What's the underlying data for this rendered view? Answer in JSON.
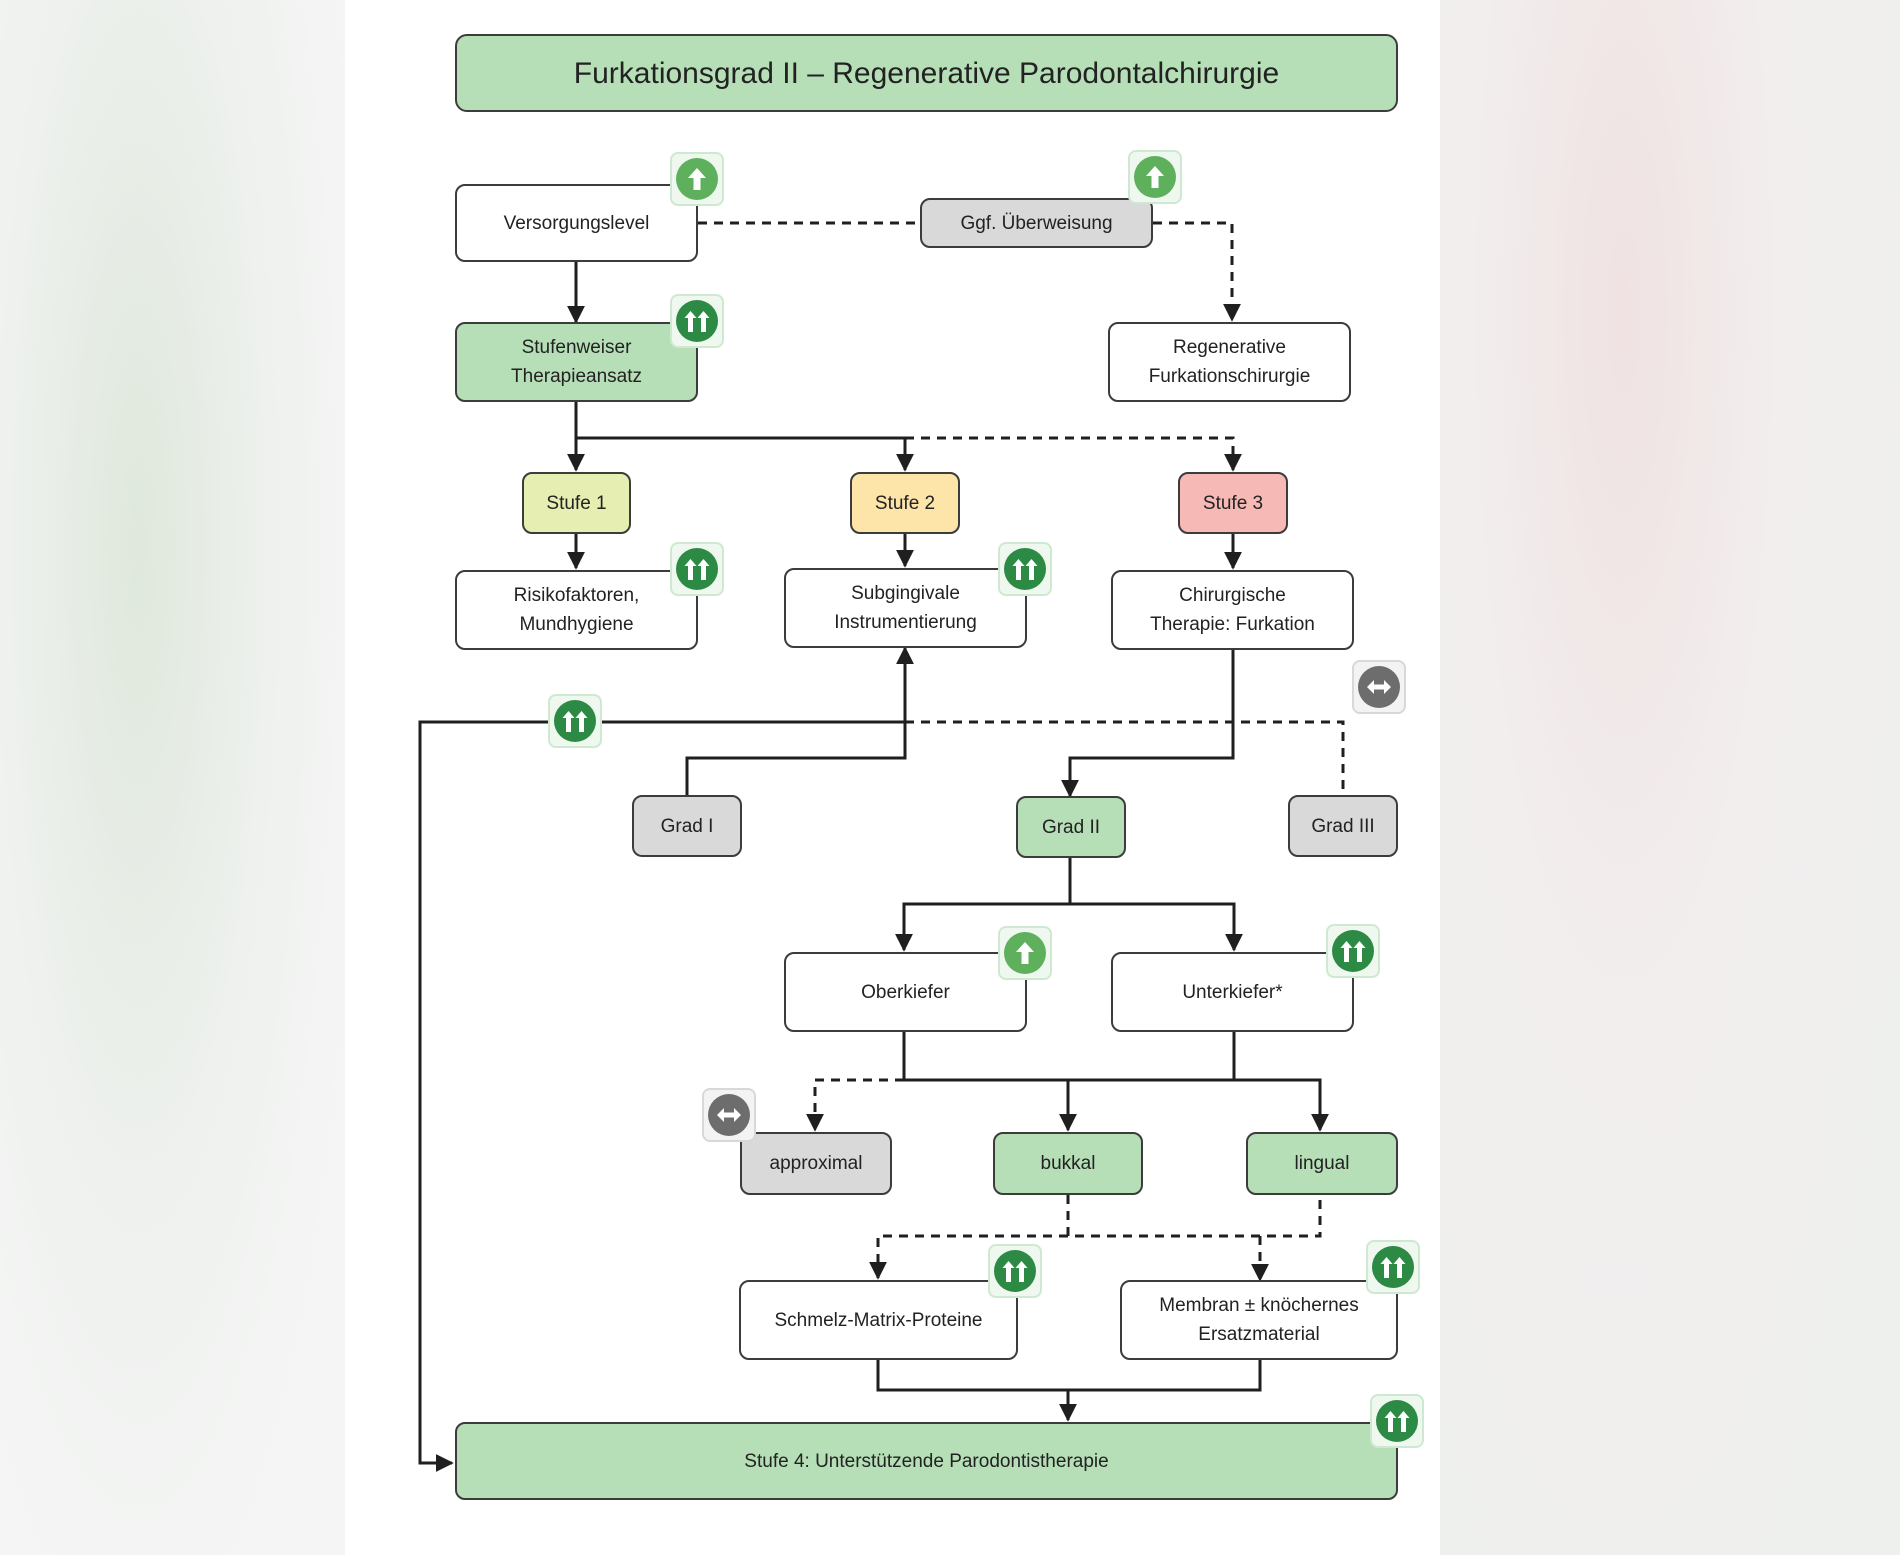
{
  "title": "Furkationsgrad II – Regenerative Parodontalchirurgie",
  "nodes": {
    "versorgungslevel": "Versorgungslevel",
    "ueberweisung": "Ggf. Überweisung",
    "regenerative": "Regenerative\nFurkationschirurgie",
    "stufenweiser": "Stufenweiser\nTherapieansatz",
    "stufe1": "Stufe 1",
    "stufe2": "Stufe 2",
    "stufe3": "Stufe 3",
    "risikofaktoren": "Risikofaktoren,\nMundhygiene",
    "subgingivale": "Subgingivale\nInstrumentierung",
    "chirurgische": "Chirurgische\nTherapie: Furkation",
    "grad1": "Grad I",
    "grad2": "Grad II",
    "grad3": "Grad III",
    "oberkiefer": "Oberkiefer",
    "unterkiefer": "Unterkiefer*",
    "approximal": "approximal",
    "bukkal": "bukkal",
    "lingual": "lingual",
    "schmelz": "Schmelz-Matrix-Proteine",
    "membran": "Membran ± knöchernes\nErsatzmaterial",
    "stufe4": "Stufe 4: Unterstützende Parodontistherapie"
  },
  "colors": {
    "green_box": "#b6dfb7",
    "grey_box": "#d9d9d9",
    "stufe1": "#e6efb1",
    "stufe2": "#fde4a9",
    "stufe3": "#f6b9b6",
    "strong_recommendation": "#2d8a45",
    "recommendation": "#5fb05d",
    "open_recommendation": "#6d6d6d"
  },
  "icons": {
    "strong_recommendation": "double-up-arrow-icon",
    "recommendation": "single-up-arrow-icon",
    "open_recommendation": "bidirectional-arrow-icon"
  }
}
